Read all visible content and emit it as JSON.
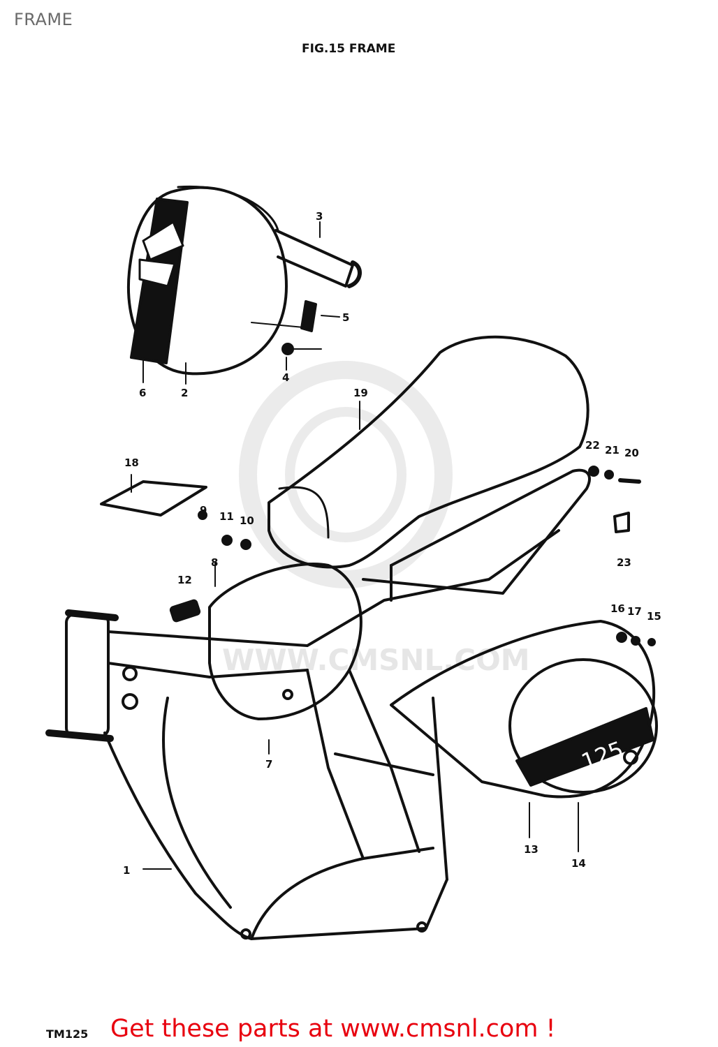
{
  "page": {
    "label": "FRAME"
  },
  "figure": {
    "title": "FIG.15 FRAME",
    "model_code": "TM125",
    "watermark_text": "WWW.CMSNL.COM",
    "number_plate_text": "125",
    "callouts": [
      "1",
      "2",
      "3",
      "4",
      "5",
      "6",
      "7",
      "8",
      "9",
      "10",
      "11",
      "12",
      "13",
      "14",
      "15",
      "16",
      "17",
      "18",
      "19",
      "20",
      "21",
      "22",
      "23"
    ]
  },
  "footer": {
    "link_text": "Get these parts at www.cmsnl.com !"
  },
  "colors": {
    "link": "#e8000e",
    "ink": "#111111",
    "watermark": "#e6e6e6",
    "label": "#6a6a6a"
  }
}
